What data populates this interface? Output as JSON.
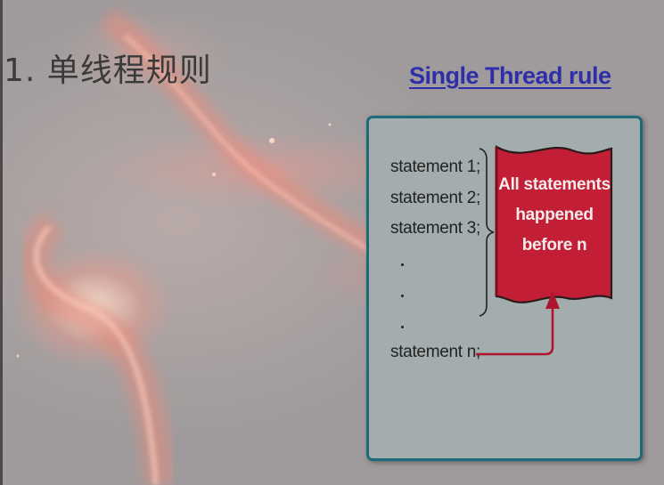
{
  "slide": {
    "title": "1.  单线程规则",
    "heading": "Single Thread rule"
  },
  "diagram": {
    "statements": [
      "statement 1;",
      "statement 2;",
      "statement 3;"
    ],
    "last_statement": "statement n;",
    "banner_lines": [
      "All statements",
      "happened",
      "before n"
    ],
    "colors": {
      "banner_fill": "#c21f37",
      "arrow": "#b01530",
      "panel_border": "#1d6b78",
      "heading": "#2e2ea8"
    }
  }
}
